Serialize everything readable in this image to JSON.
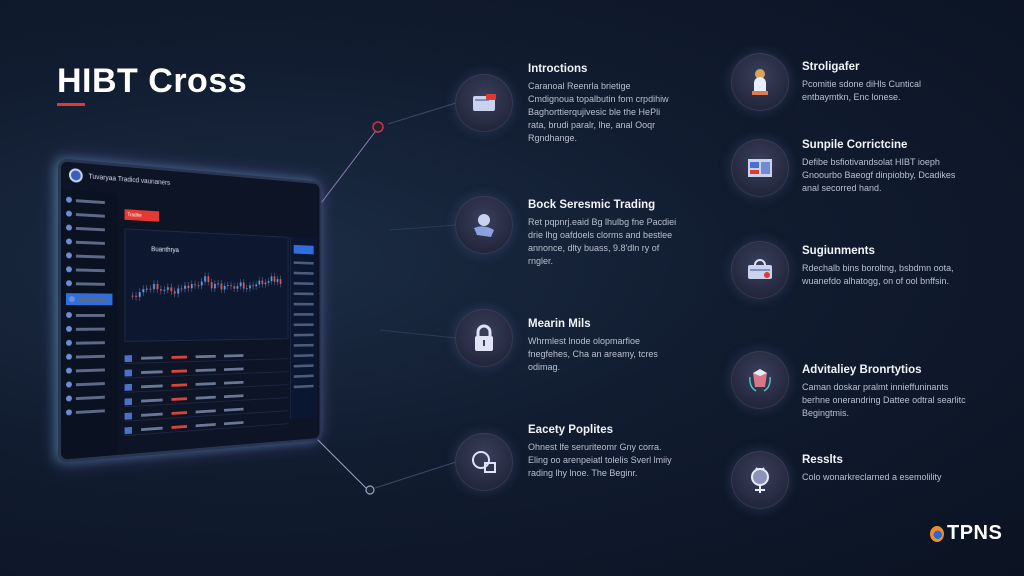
{
  "header": {
    "title": "HIBT Cross"
  },
  "laptop": {
    "app_title": "Tuvaryaa Tradicd vaunaners",
    "tab_label": "Tradhe",
    "chart_label": "Buanthrya"
  },
  "left_items": [
    {
      "title": "Introctions",
      "desc": "Caranoal Reenrla brietige Cmdignoua topalbutin fom crpdihiw Baghorttierqujivesic ble the HePli rata, brudi paralr, lhe, anal Ooqr Rgndhange.",
      "icon": "card-icon"
    },
    {
      "title": "Bock Seresmic Trading",
      "desc": "Ret pqpnrj.eaid Bg lhulbg fne Pacdiei drie lhg oafdoels clorms and bestlee annonce, dlty buass, 9.8'dln ry of rngler.",
      "icon": "hand-coin-icon"
    },
    {
      "title": "Mearin Mils",
      "desc": "Whrmlest lnode olopmarfioe fnegfehes, Cha an areamy, tcres odimag.",
      "icon": "lock-icon"
    },
    {
      "title": "Eacety Poplites",
      "desc": "Ohnest lfe seruriteomr Gny corra. Eling oo arenpeiatl tolelis Sverl lmiiy rading lhy lnoe. The Beginr.",
      "icon": "chat-icon"
    }
  ],
  "right_items": [
    {
      "title": "Stroligafer",
      "desc": "Pcomitie sdone diHls Cuntical entbaymtkn, Enc lonese.",
      "icon": "strategy-icon"
    },
    {
      "title": "Sunpile Corrictcine",
      "desc": "Defibe bsfiotivandsolat HIBT ioeph Gnoourbo Baeogf dinpiobby, Dcadikes anal secorred hand.",
      "icon": "dashboard-icon"
    },
    {
      "title": "Sugiunments",
      "desc": "Rdechalb bins boroltng, bsbdmn oota, wuanefdo alhatogg, on of ool bnffsin.",
      "icon": "card-shield-icon"
    },
    {
      "title": "Advitaliey Bronrtytios",
      "desc": "Caman doskar pralmt innieffuninants berhne onerandring Dattee odtral searlitc Begingtmis.",
      "icon": "cube-icon"
    },
    {
      "title": "Resslts",
      "desc": "Colo wonarkreclarned a esemolility",
      "icon": "award-icon"
    }
  ],
  "brand": {
    "name": "TPNS"
  },
  "colors": {
    "accent": "#e0392f",
    "blue": "#2f6fdb",
    "bg": "#111c30"
  }
}
